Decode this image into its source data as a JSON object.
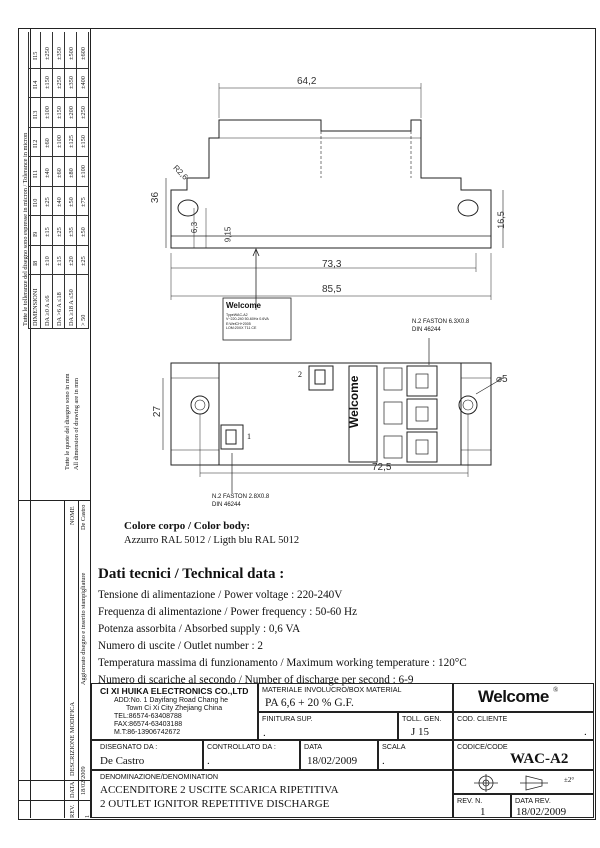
{
  "tolerance_table": {
    "title": "Tutte le tolleranze del disegno sono espresse in micron / Tolerance in micron",
    "headers": [
      "DIMENSIONI",
      "I8",
      "I9",
      "I10",
      "I11",
      "I12",
      "I13",
      "I14",
      "I15"
    ],
    "rows": [
      [
        "DA ≥0 A ≤6",
        "±10",
        "±15",
        "±25",
        "±40",
        "±60",
        "±100",
        "±150",
        "±250"
      ],
      [
        "DA >6 A ≤18",
        "±15",
        "±25",
        "±40",
        "±60",
        "±100",
        "±150",
        "±250",
        "±350"
      ],
      [
        "DA ≥18 A ≤50",
        "±20",
        "±35",
        "±50",
        "±80",
        "±125",
        "±200",
        "±350",
        "±500"
      ],
      [
        "> 50",
        "±25",
        "±50",
        "±75",
        "±100",
        "±150",
        "±250",
        "±400",
        "±600"
      ]
    ]
  },
  "side_notes": {
    "note_it": "Tutte le quote del disegno sono in mm",
    "note_en": "All dimension of drawing are in mm",
    "designer_name": "De Castro",
    "nome_label": "NOME",
    "modifica_desc": "Aggiornato disegno e inserito stampigliature",
    "descrizione_modifica": "DESCRIZIONE MODIFICA",
    "modifica_date": "18/02/2009",
    "data_label": "DATA",
    "rev_label": "REV.",
    "rev_value": "1"
  },
  "drawing": {
    "dims": {
      "width_top": "64,2",
      "height": "36",
      "radius": "R2,6",
      "d1": "6,3",
      "d2": "9,15",
      "d3": "16,5",
      "w73": "73,3",
      "w85": "85,5",
      "h27": "27",
      "phi5": "⌀5",
      "w72": "72,5"
    },
    "label_brand": "Welcome",
    "label_lines": [
      "TypeWAC-A2",
      "V~220-240 50-60Hz 0.6VA",
      "E:WelCH+2005",
      "LOM:20XX  T11 CE"
    ],
    "faston_top": [
      "N.2 FASTON 6.3X0.8",
      "DIN 46244"
    ],
    "faston_bottom": [
      "N.2 FASTON 2.8X0.8",
      "DIN 46244"
    ],
    "outlet_1": "1",
    "outlet_2": "2"
  },
  "color_body": {
    "title": "Colore corpo / Color body:",
    "value": "Azzurro RAL 5012 / Ligth blu RAL 5012"
  },
  "technical": {
    "title": "Dati tecnici / Technical data :",
    "lines": [
      "Tensione di alimentazione / Power voltage : 220-240V",
      "Frequenza di alimentazione / Power frequency : 50-60 Hz",
      "Potenza assorbita / Absorbed supply : 0,6 VA",
      "Numero di uscite / Outlet number : 2",
      "Temperatura massima di funzionamento / Maximum working temperature : 120°C",
      "Numero di scariche al secondo / Number of discharge per second : 6-9"
    ]
  },
  "title_block": {
    "company_name": "CI XI HUIKA ELECTRONICS CO.,LTD",
    "company_addr": [
      "ADD:No. 1 Dayifang Road Chang he",
      "Town Ci Xi City Zhejiang China",
      "TEL:86574-63408788",
      "FAX:86574-63403188",
      "M.T:86-13906742672"
    ],
    "materiale_label": "MATERIALE INVOLUCRO/BOX MATERIAL",
    "materiale_value": "PA 6,6 + 20 % G.F.",
    "finitura_label": "FINITURA SUP.",
    "finitura_value": ".",
    "toll_label": "TOLL. GEN.",
    "toll_value": "J 15",
    "cod_cliente_label": "COD. CLIENTE",
    "cod_cliente_value": ".",
    "logo": "Welcome",
    "disegnato_label": "DISEGNATO DA :",
    "disegnato_value": "De Castro",
    "controllato_label": "CONTROLLATO DA :",
    "controllato_value": ".",
    "data_label": "DATA",
    "data_value": "18/02/2009",
    "scala_label": "SCALA",
    "scala_value": ".",
    "codice_label": "CODICE/CODE",
    "codice_value": "WAC-A2",
    "denominazione_label": "DENOMINAZIONE/DENOMINATION",
    "denominazione_lines": [
      "ACCENDITORE 2 USCITE SCARICA RIPETITIVA",
      "2 OUTLET IGNITOR REPETITIVE DISCHARGE"
    ],
    "projection_tol": "±2°",
    "rev_n_label": "REV. N.",
    "rev_n_value": "1",
    "data_rev_label": "DATA REV.",
    "data_rev_value": "18/02/2009"
  }
}
